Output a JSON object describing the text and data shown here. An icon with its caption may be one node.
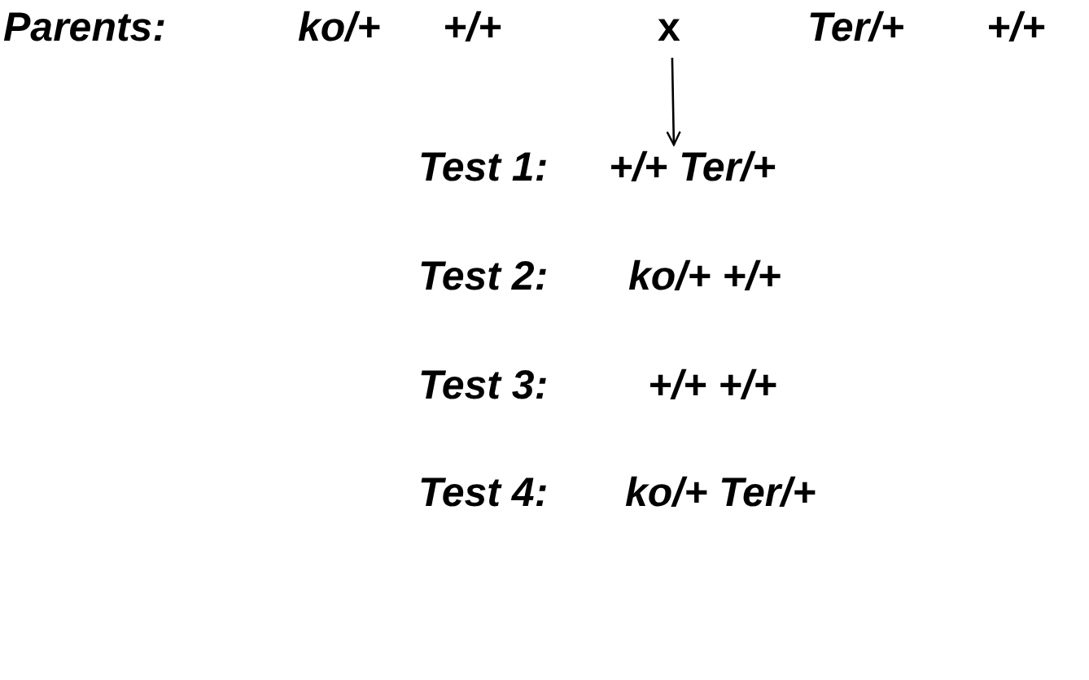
{
  "diagram": {
    "nodes": [
      {
        "text": [
          "x"
        ]
      },
      {
        "text": [
          "+/+ Ter/+"
        ]
      }
    ],
    "edges": [
      {
        "from": 0,
        "to": 1,
        "arrow": "to"
      }
    ],
    "labels": [
      "Parents:",
      "ko/+",
      "+/+",
      "Ter/+",
      "+/+",
      "Test 1:",
      "Test 2:",
      "ko/+ +/+",
      "Test 3:",
      "+/+ +/+",
      "Test 4:",
      "ko/+ Ter/+"
    ]
  }
}
